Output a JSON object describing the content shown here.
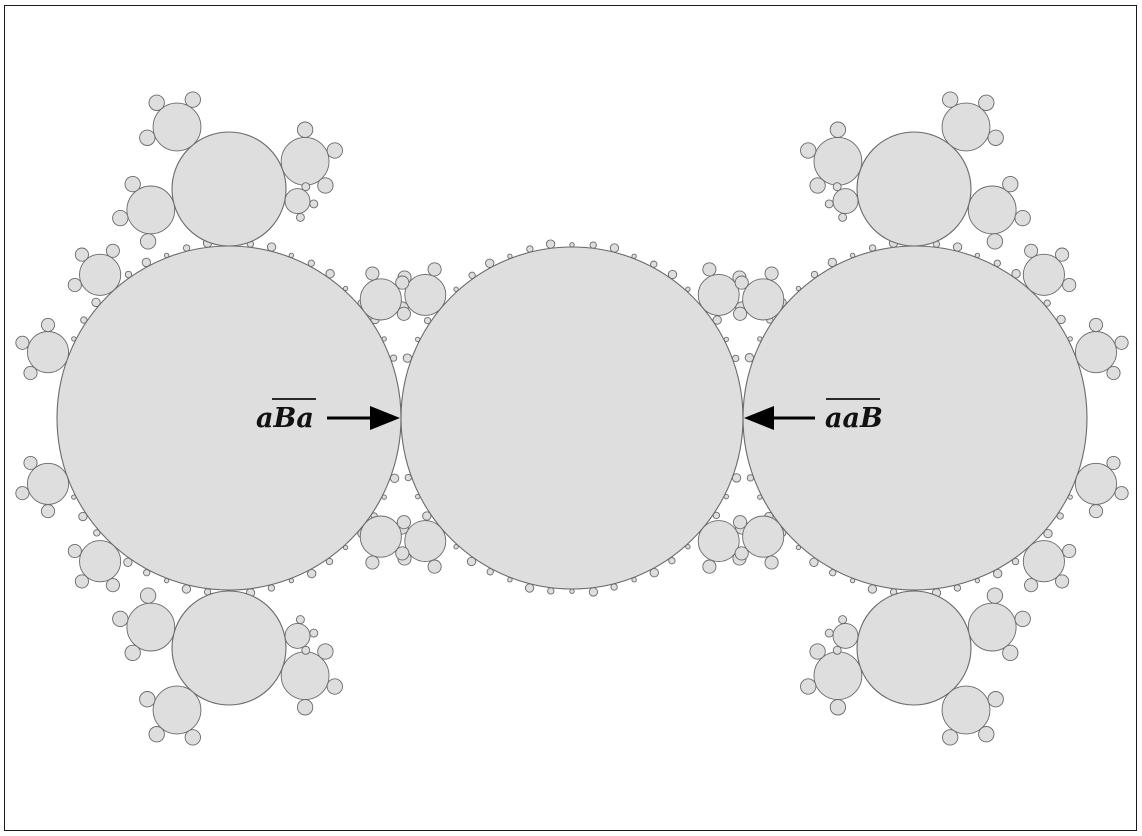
{
  "figure": {
    "labels": {
      "left": {
        "text": "aBa",
        "overlined": "Ba"
      },
      "right": {
        "text": "aaB",
        "overlined": "aaB"
      }
    },
    "colors": {
      "fill": "#dedede",
      "stroke": "#6a6a6a",
      "label": "#111111",
      "frame": "#1a1a1a"
    },
    "shape_names": [
      "center-disk",
      "left-disk",
      "right-disk"
    ]
  }
}
